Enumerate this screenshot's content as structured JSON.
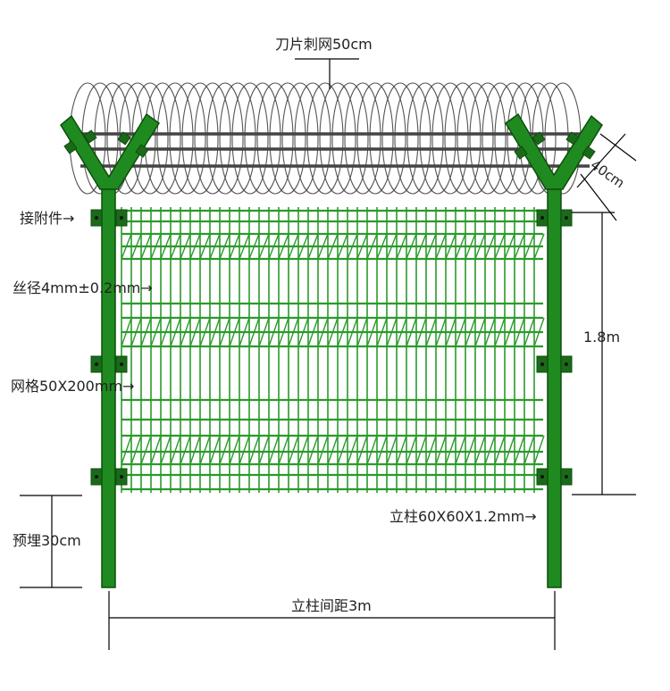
{
  "labels": {
    "razor_wire": "刀片刺网50cm",
    "arm_length": "40cm",
    "connector": "接附件→",
    "wire_diameter": "丝径4mm±0.2mm→",
    "height": "1.8m",
    "mesh": "网格50X200mm→",
    "post_spec": "立柱60X60X1.2mm→",
    "embed": "预埋30cm",
    "post_spacing": "立柱间距3m"
  },
  "colors": {
    "post": "#1f8a1f",
    "mesh": "#2a9a2a",
    "post_outline": "#0d4d0d",
    "razor_wire": "#555555",
    "dimension": "#000000"
  }
}
